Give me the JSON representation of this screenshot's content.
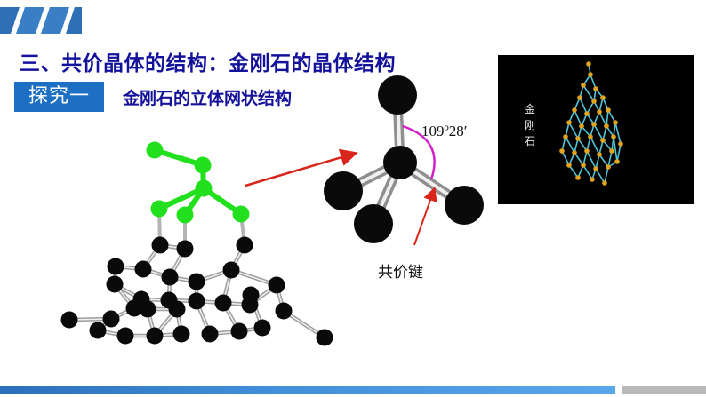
{
  "slide": {
    "title": "三、共价晶体的结构：金刚石的晶体结构",
    "tag": "探究一",
    "subtitle": "金刚石的立体网状结构",
    "angle_label": "109º28′",
    "bond_label": "共价键",
    "photo_caption": "金刚石"
  },
  "colors": {
    "title_text": "#14129a",
    "tag_bg": "#1d6fc4",
    "highlight_atom": "#22e01d",
    "atom": "#0a0a0a",
    "arrow": "#d8261c",
    "angle_arc": "#d21fc8",
    "model_bond": "#4fc4d6",
    "model_atom": "#e0a520"
  }
}
